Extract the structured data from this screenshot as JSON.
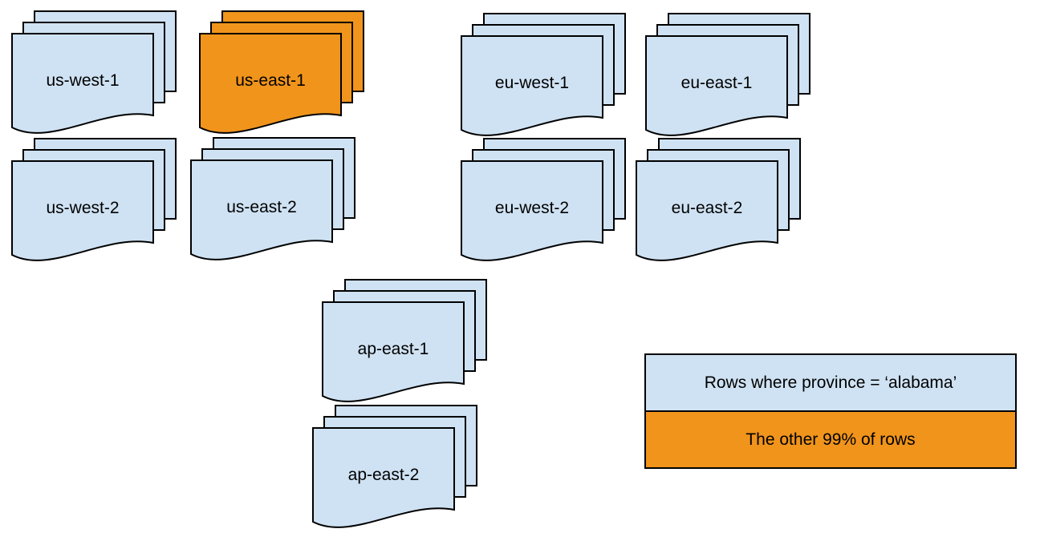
{
  "colors": {
    "blue": "#cfe2f3",
    "orange": "#f0941c",
    "stroke": "#000000",
    "text": "#000000"
  },
  "diagram": {
    "stacks": [
      {
        "label": "us-west-1",
        "variant": "blue"
      },
      {
        "label": "us-east-1",
        "variant": "orange"
      },
      {
        "label": "eu-west-1",
        "variant": "blue"
      },
      {
        "label": "eu-east-1",
        "variant": "blue"
      },
      {
        "label": "us-west-2",
        "variant": "blue"
      },
      {
        "label": "us-east-2",
        "variant": "blue"
      },
      {
        "label": "eu-west-2",
        "variant": "blue"
      },
      {
        "label": "eu-east-2",
        "variant": "blue"
      },
      {
        "label": "ap-east-1",
        "variant": "blue"
      },
      {
        "label": "ap-east-2",
        "variant": "blue"
      }
    ],
    "legend": {
      "items": [
        {
          "label": "Rows where province = ‘alabama’",
          "variant": "blue"
        },
        {
          "label": "The other 99% of rows",
          "variant": "orange"
        }
      ]
    }
  }
}
